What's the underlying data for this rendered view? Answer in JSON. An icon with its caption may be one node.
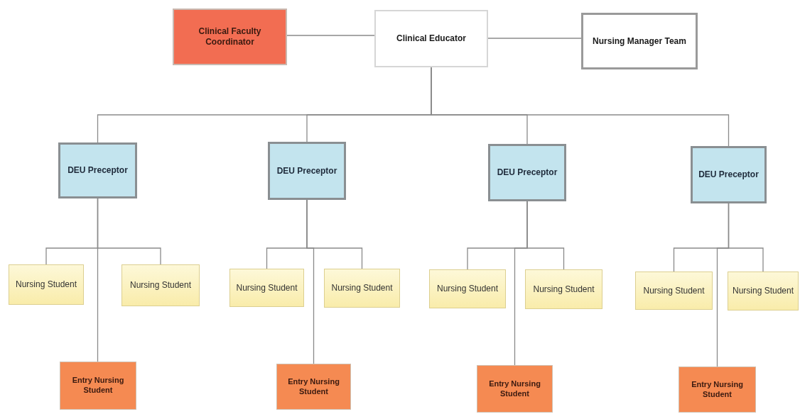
{
  "diagram": {
    "nodes": [
      {
        "text": [
          "Clinical Faculty Coordinator"
        ]
      },
      {
        "text": [
          "Clinical Educator"
        ]
      },
      {
        "text": [
          "Nursing Manager Team"
        ]
      },
      {
        "text": [
          "DEU Preceptor"
        ]
      },
      {
        "text": [
          "DEU Preceptor"
        ]
      },
      {
        "text": [
          "DEU Preceptor"
        ]
      },
      {
        "text": [
          "DEU Preceptor"
        ]
      },
      {
        "text": [
          "Nursing Student"
        ]
      },
      {
        "text": [
          "Nursing Student"
        ]
      },
      {
        "text": [
          "Entry Nursing Student"
        ]
      },
      {
        "text": [
          "Nursing Student"
        ]
      },
      {
        "text": [
          "Nursing Student"
        ]
      },
      {
        "text": [
          "Entry Nursing Student"
        ]
      },
      {
        "text": [
          "Nursing Student"
        ]
      },
      {
        "text": [
          "Nursing Student"
        ]
      },
      {
        "text": [
          "Entry Nursing Student"
        ]
      },
      {
        "text": [
          "Nursing Student"
        ]
      },
      {
        "text": [
          "Nursing Student"
        ]
      },
      {
        "text": [
          "Entry Nursing Student"
        ]
      }
    ],
    "edges": [
      {
        "from": 0,
        "to": 1,
        "arrow": "none"
      },
      {
        "from": 1,
        "to": 2,
        "arrow": "none"
      },
      {
        "from": 1,
        "to": 3,
        "arrow": "none"
      },
      {
        "from": 1,
        "to": 4,
        "arrow": "none"
      },
      {
        "from": 1,
        "to": 5,
        "arrow": "none"
      },
      {
        "from": 1,
        "to": 6,
        "arrow": "none"
      },
      {
        "from": 3,
        "to": 7,
        "arrow": "none"
      },
      {
        "from": 3,
        "to": 8,
        "arrow": "none"
      },
      {
        "from": 3,
        "to": 9,
        "arrow": "none"
      },
      {
        "from": 4,
        "to": 10,
        "arrow": "none"
      },
      {
        "from": 4,
        "to": 11,
        "arrow": "none"
      },
      {
        "from": 4,
        "to": 12,
        "arrow": "none"
      },
      {
        "from": 5,
        "to": 13,
        "arrow": "none"
      },
      {
        "from": 5,
        "to": 14,
        "arrow": "none"
      },
      {
        "from": 5,
        "to": 15,
        "arrow": "none"
      },
      {
        "from": 6,
        "to": 16,
        "arrow": "none"
      },
      {
        "from": 6,
        "to": 17,
        "arrow": "none"
      },
      {
        "from": 6,
        "to": 18,
        "arrow": "none"
      }
    ]
  }
}
